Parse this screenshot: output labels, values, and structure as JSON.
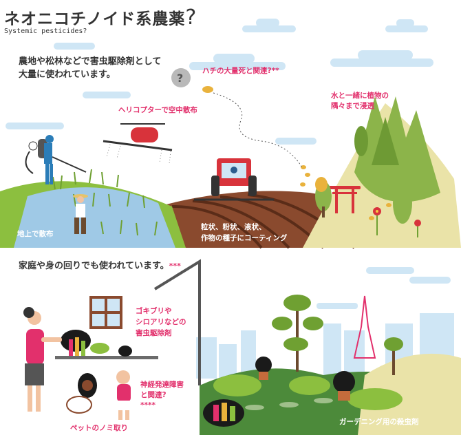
{
  "header": {
    "title": "ネオニコチノイド系農薬",
    "title_mark": "?",
    "subtitle": "Systemic pesticides?"
  },
  "upper_scene": {
    "lead_line1": "農地や松林などで害虫駆除剤として",
    "lead_line2": "大量に使われています。",
    "helicopter": "ヘリコプターで空中散布",
    "bees_note": "ハチの大量死と関連?",
    "bees_mark": "**",
    "water_line1": "水と一緒に植物の",
    "water_line2": "隅々まで浸透",
    "ground": "地上で散布",
    "seed_line1": "粒状、粉状、液状、",
    "seed_line2": "作物の種子にコーティング"
  },
  "lower_scene": {
    "lead": "家庭や身の回りでも使われています。",
    "lead_mark": "***",
    "pest_line1": "ゴキブリや",
    "pest_line2": "シロアリなどの",
    "pest_line3": "害虫駆除剤",
    "neuro_line1": "神経発達障害",
    "neuro_line2": "と関連?",
    "neuro_mark": "****",
    "pet": "ペットのノミ取り",
    "garden": "ガーデニング用の殺虫剤"
  },
  "colors": {
    "pink": "#e2306c",
    "sky_cloud": "#cfe6f5",
    "water": "#9fc9e6",
    "field_green": "#8cbf3f",
    "soil": "#8a4a2e",
    "hill": "#eae3a8",
    "tractor_red": "#d8333b"
  }
}
